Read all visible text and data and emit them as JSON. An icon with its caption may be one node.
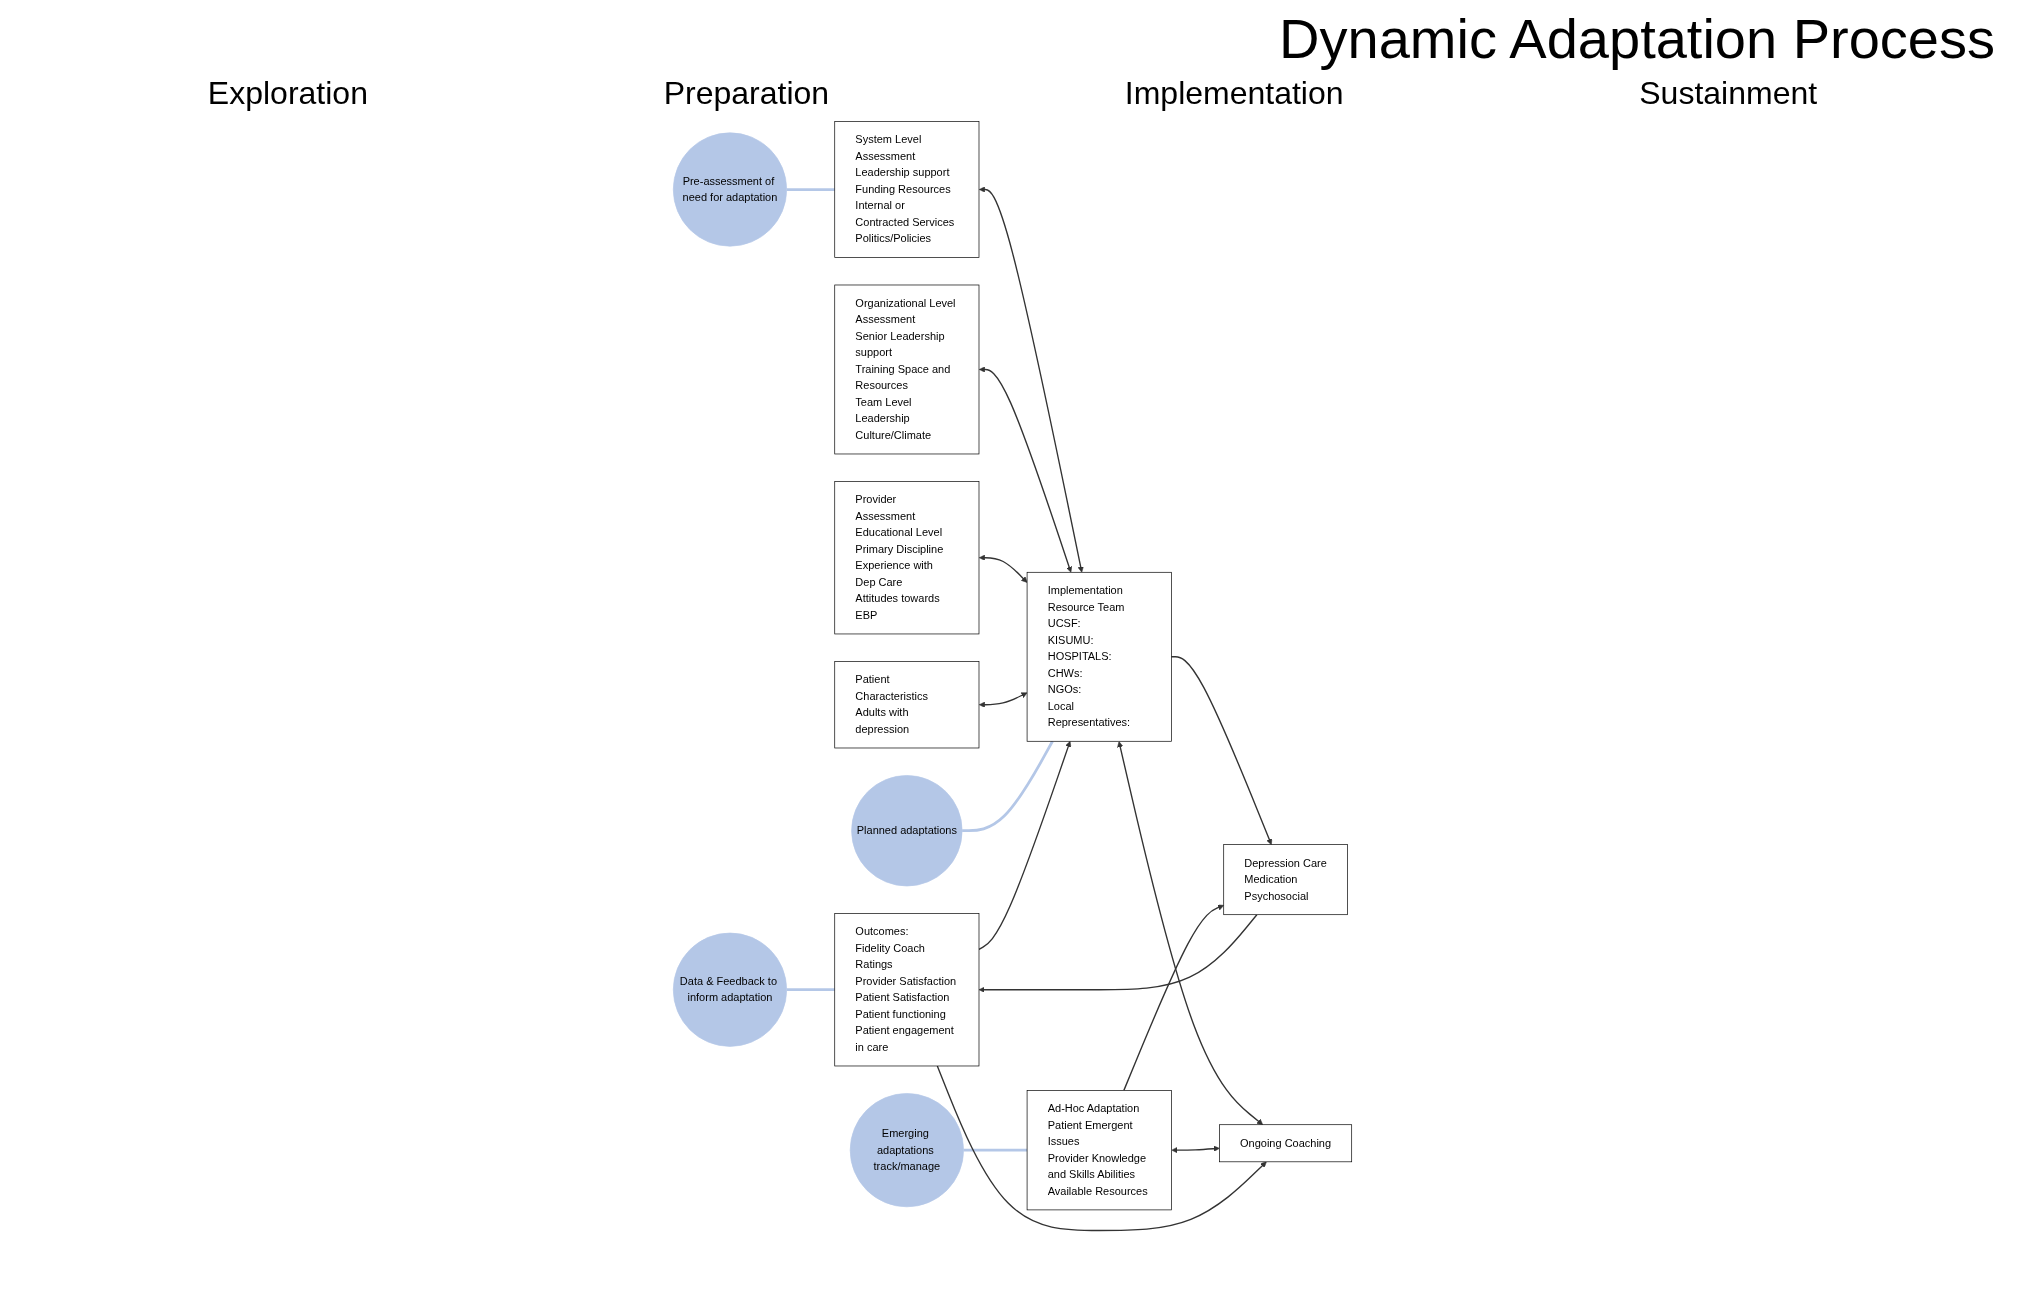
{
  "diagram": {
    "title": "Dynamic Adaptation Process",
    "nodes": [
      {
        "text": [
          "Pre-assessment of need for adaptation"
        ]
      },
      {
        "text": [
          "System Level Assessment",
          "Leadership support",
          "Funding Resources",
          "Internal or Contracted Services",
          "Politics/Policies"
        ]
      },
      {
        "text": [
          "Organizational Level Assessment",
          "Senior Leadership support",
          "Training Space and Resources",
          "Team Level Leadership",
          "Culture/Climate"
        ]
      },
      {
        "text": [
          "Provider Assessment",
          "Educational Level",
          "Primary Discipline",
          "Experience with Dep Care",
          "Attitudes towards EBP"
        ]
      },
      {
        "text": [
          "Patient Characteristics",
          "Adults with depression"
        ]
      },
      {
        "text": [
          "Implementation Resource Team",
          "UCSF:",
          "KISUMU:",
          "HOSPITALS:",
          "CHWs:",
          "NGOs:",
          "Local Representatives:"
        ]
      },
      {
        "text": [
          "Planned adaptations"
        ]
      },
      {
        "text": [
          "Depression Care",
          "Medication",
          "Psychosocial"
        ]
      },
      {
        "text": [
          "Ad-Hoc Adaptation",
          "Patient Emergent Issues",
          "Provider Knowledge and Skills Abilities",
          "Available Resources"
        ]
      },
      {
        "text": [
          "Ongoing Coaching"
        ]
      },
      {
        "text": [
          "Emerging adaptations track/manage"
        ]
      },
      {
        "text": [
          "Outcomes:",
          "Fidelity Coach Ratings",
          "Provider Satisfaction",
          "Patient Satisfaction",
          "Patient functioning",
          "Patient engagement in care"
        ]
      },
      {
        "text": [
          "Data & Feedback to inform adaptation"
        ]
      }
    ],
    "edges": [
      {
        "from": 0,
        "to": 1,
        "arrow": "none",
        "color": "#b4c7e7"
      },
      {
        "from": 1,
        "to": 5,
        "arrow": "both"
      },
      {
        "from": 2,
        "to": 5,
        "arrow": "both"
      },
      {
        "from": 3,
        "to": 5,
        "arrow": "both"
      },
      {
        "from": 4,
        "to": 5,
        "arrow": "both"
      },
      {
        "from": 6,
        "to": 5,
        "arrow": "none",
        "color": "#b4c7e7"
      },
      {
        "from": 5,
        "to": 7,
        "arrow": "to"
      },
      {
        "from": 5,
        "to": 9,
        "arrow": "both"
      },
      {
        "from": 8,
        "to": 7,
        "arrow": "to"
      },
      {
        "from": 8,
        "to": 9,
        "arrow": "both"
      },
      {
        "from": 10,
        "to": 8,
        "arrow": "none",
        "color": "#b4c7e7"
      },
      {
        "from": 7,
        "to": 11,
        "arrow": "to"
      },
      {
        "from": 11,
        "to": 5,
        "arrow": "to"
      },
      {
        "from": 11,
        "to": 9,
        "arrow": "to"
      },
      {
        "from": 12,
        "to": 11,
        "arrow": "none",
        "color": "#b4c7e7"
      }
    ],
    "labels": [
      "Exploration",
      "Preparation",
      "Implementation",
      "Sustainment"
    ]
  }
}
